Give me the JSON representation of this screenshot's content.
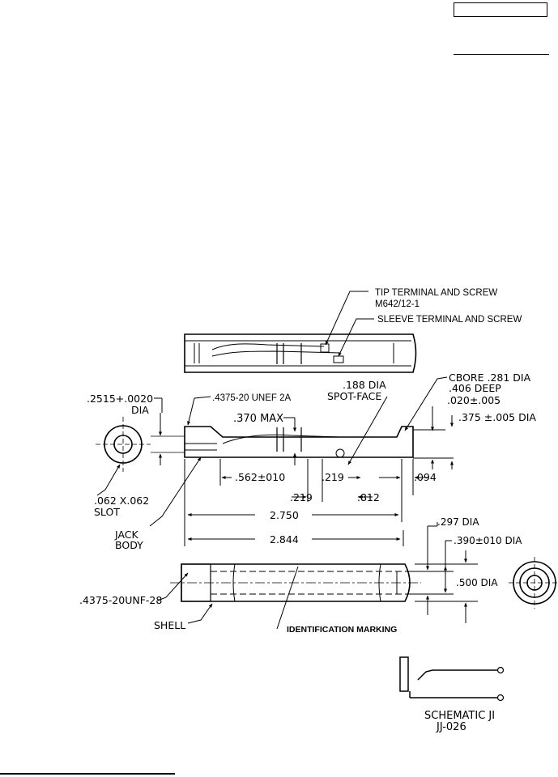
{
  "callouts": {
    "tip_terminal": "TIP TERMINAL AND SCREW",
    "tip_part_no": "M642/12-1",
    "sleeve_terminal": "SLEEVE TERMINAL AND SCREW",
    "spot_face_dia": ".188 DIA",
    "spot_face": "SPOT-FACE",
    "cbore": "CBORE .281 DIA",
    "cbore_deep": ".406 DEEP",
    "dia_2515": ".2515+.0020",
    "dia_2515_label": "DIA",
    "unef_thread": ".4375-20 UNEF 2A",
    "max_370": ".370 MAX",
    "tol_020": ".020±.005",
    "dia_375": ".375 ±.005 DIA",
    "slot_size": ".062 X.062",
    "slot_label": "SLOT",
    "jack_label": "JACK",
    "body_label": "BODY",
    "unf_thread": ".4375-20UNF-28",
    "shell_label": "SHELL",
    "identification": "IDENTIFICATION MARKING",
    "dia_297": ".297 DIA",
    "dia_390": ".390±010 DIA",
    "dia_500": ".500 DIA"
  },
  "dimensions": {
    "d_562": ".562±010",
    "d_219a": ".219",
    "d_219b": ".219",
    "d_812": ".812",
    "d_094": ".094",
    "d_2750": "2.750",
    "d_2844": "2.844"
  },
  "schematic": {
    "title": "SCHEMATIC JI",
    "part": "JJ-026"
  }
}
